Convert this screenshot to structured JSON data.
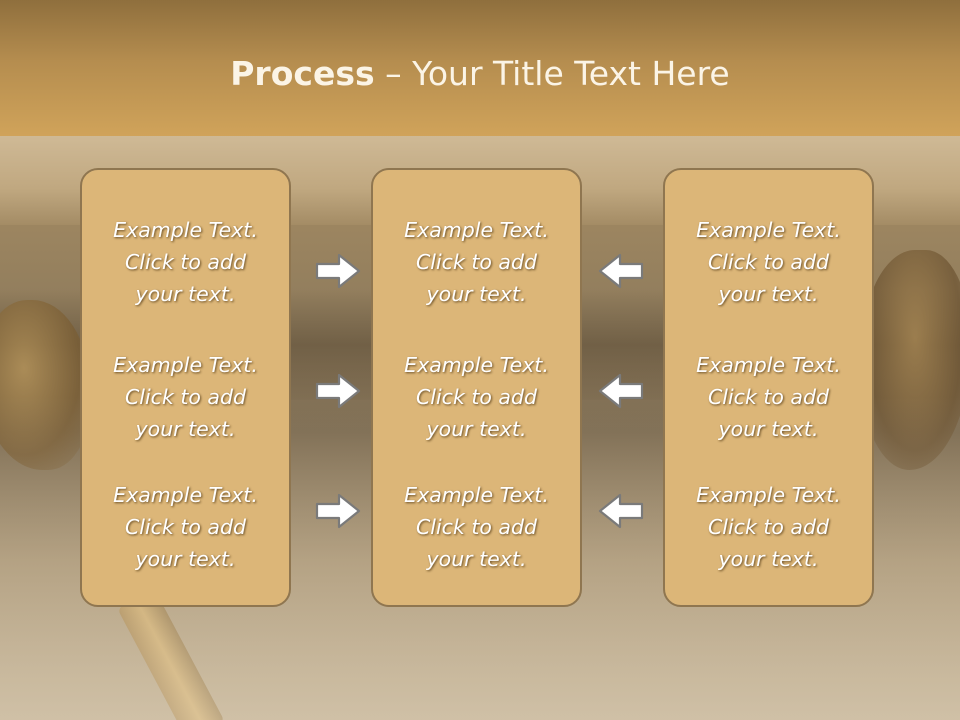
{
  "title": {
    "bold": "Process",
    "rest": " – Your Title Text Here"
  },
  "columns": [
    {
      "blocks": [
        {
          "line1": "Example Text.",
          "line2": "Click  to add",
          "line3": "your text."
        },
        {
          "line1": "Example Text.",
          "line2": "Click  to add",
          "line3": "your text."
        },
        {
          "line1": "Example Text.",
          "line2": "Click  to add",
          "line3": "your text."
        }
      ]
    },
    {
      "blocks": [
        {
          "line1": "Example Text.",
          "line2": "Click  to add",
          "line3": "your text."
        },
        {
          "line1": "Example Text.",
          "line2": "Click  to add",
          "line3": "your text."
        },
        {
          "line1": "Example Text.",
          "line2": "Click  to add",
          "line3": "your text."
        }
      ]
    },
    {
      "blocks": [
        {
          "line1": "Example Text.",
          "line2": "Click  to add",
          "line3": "your text."
        },
        {
          "line1": "Example Text.",
          "line2": "Click  to add",
          "line3": "your text."
        },
        {
          "line1": "Example Text.",
          "line2": "Click  to add",
          "line3": "your text."
        }
      ]
    }
  ],
  "icons": {
    "left_arrows": "arrow-right-icon",
    "right_arrows": "arrow-left-icon"
  },
  "colors": {
    "title_bar": "#c79a55",
    "box_fill": "#dcb678",
    "box_border": "#8f7650",
    "text": "#ffffff"
  }
}
